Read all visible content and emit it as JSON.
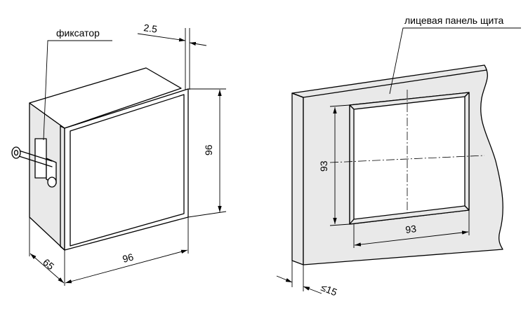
{
  "labels": {
    "latch": "фиксатор",
    "panel_face": "лицевая панель щита"
  },
  "dimensions": {
    "front_width": "96",
    "front_height": "96",
    "depth": "65",
    "front_thickness": "2.5",
    "cutout_width": "93",
    "cutout_height": "93",
    "panel_thickness": "≤15"
  },
  "colors": {
    "line": "#000000",
    "shade": "#e9e9e9",
    "background": "#ffffff"
  }
}
